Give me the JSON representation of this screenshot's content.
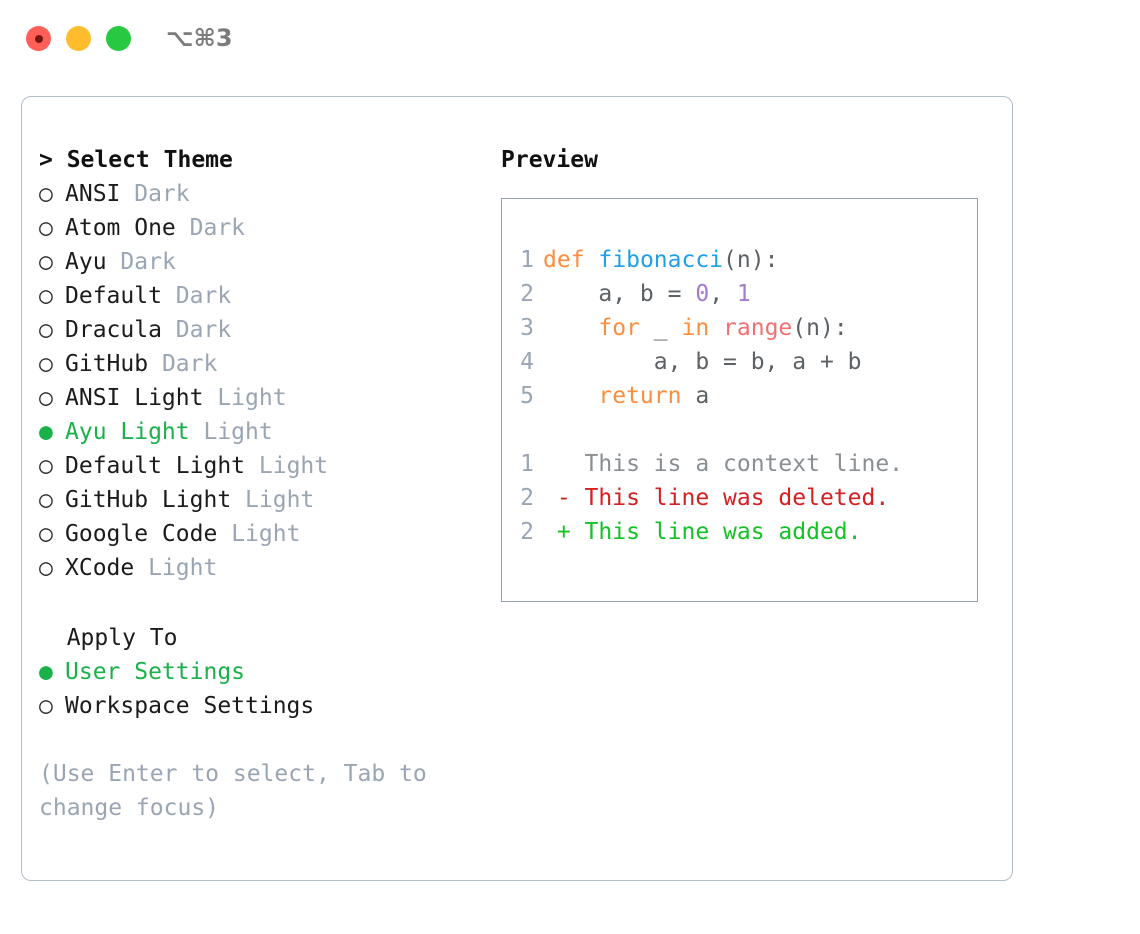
{
  "window": {
    "title": "⌥⌘3",
    "traffic_lights": [
      "close",
      "minimize",
      "maximize"
    ],
    "colors": {
      "close": "#ff5f57",
      "minimize": "#ffbd2e",
      "maximize": "#28c840",
      "accent_green": "#19b24a",
      "muted": "#9aa5b4",
      "border": "#b3bcc9"
    }
  },
  "theme_section": {
    "heading": "> Select Theme",
    "selected_bullet": "●",
    "unselected_bullet": "○",
    "items": [
      {
        "bullet": "○",
        "name": "ANSI",
        "tag": "Dark",
        "selected": false
      },
      {
        "bullet": "○",
        "name": "Atom One",
        "tag": "Dark",
        "selected": false
      },
      {
        "bullet": "○",
        "name": "Ayu",
        "tag": "Dark",
        "selected": false
      },
      {
        "bullet": "○",
        "name": "Default",
        "tag": "Dark",
        "selected": false
      },
      {
        "bullet": "○",
        "name": "Dracula",
        "tag": "Dark",
        "selected": false
      },
      {
        "bullet": "○",
        "name": "GitHub",
        "tag": "Dark",
        "selected": false
      },
      {
        "bullet": "○",
        "name": "ANSI Light",
        "tag": "Light",
        "selected": false
      },
      {
        "bullet": "●",
        "name": "Ayu Light",
        "tag": "Light",
        "selected": true
      },
      {
        "bullet": "○",
        "name": "Default Light",
        "tag": "Light",
        "selected": false
      },
      {
        "bullet": "○",
        "name": "GitHub Light",
        "tag": "Light",
        "selected": false
      },
      {
        "bullet": "○",
        "name": "Google Code",
        "tag": "Light",
        "selected": false
      },
      {
        "bullet": "○",
        "name": "XCode",
        "tag": "Light",
        "selected": false
      }
    ]
  },
  "apply_section": {
    "heading": "  Apply To",
    "items": [
      {
        "bullet": "●",
        "name": "User Settings",
        "selected": true
      },
      {
        "bullet": "○",
        "name": "Workspace Settings",
        "selected": false
      }
    ]
  },
  "hint": "(Use Enter to select, Tab to change focus)",
  "preview": {
    "title": "Preview",
    "code": {
      "lines": [
        {
          "number": "1",
          "tokens": [
            {
              "t": "def",
              "c": "kw"
            },
            {
              "t": " ",
              "c": "plain"
            },
            {
              "t": "fibonacci",
              "c": "fn"
            },
            {
              "t": "(n):",
              "c": "plain"
            }
          ]
        },
        {
          "number": "2",
          "tokens": [
            {
              "t": "    a, b = ",
              "c": "plain"
            },
            {
              "t": "0",
              "c": "num"
            },
            {
              "t": ", ",
              "c": "plain"
            },
            {
              "t": "1",
              "c": "num"
            }
          ]
        },
        {
          "number": "3",
          "tokens": [
            {
              "t": "    ",
              "c": "plain"
            },
            {
              "t": "for",
              "c": "kw"
            },
            {
              "t": " _ ",
              "c": "plain"
            },
            {
              "t": "in",
              "c": "kw"
            },
            {
              "t": " ",
              "c": "plain"
            },
            {
              "t": "range",
              "c": "call"
            },
            {
              "t": "(n):",
              "c": "plain"
            }
          ]
        },
        {
          "number": "4",
          "tokens": [
            {
              "t": "        a, b = b, a + b",
              "c": "plain"
            }
          ]
        },
        {
          "number": "5",
          "tokens": [
            {
              "t": "    ",
              "c": "plain"
            },
            {
              "t": "return",
              "c": "kw"
            },
            {
              "t": " a",
              "c": "plain"
            }
          ]
        }
      ]
    },
    "diff": {
      "lines": [
        {
          "number": "1",
          "marker": "  ",
          "text": "This is a context line.",
          "kind": "ctx"
        },
        {
          "number": "2",
          "marker": "- ",
          "text": "This line was deleted.",
          "kind": "del"
        },
        {
          "number": "2",
          "marker": "+ ",
          "text": "This line was added.",
          "kind": "add"
        }
      ]
    },
    "syntax_colors": {
      "keyword": "#fa8d3e",
      "function_def": "#1e9fe8",
      "function_call": "#f07171",
      "number": "#a37acc",
      "plain": "#5c6166",
      "line_number": "#9aa5b4",
      "diff_context": "#8a8f94",
      "diff_deleted": "#d32020",
      "diff_added": "#15c225"
    }
  }
}
